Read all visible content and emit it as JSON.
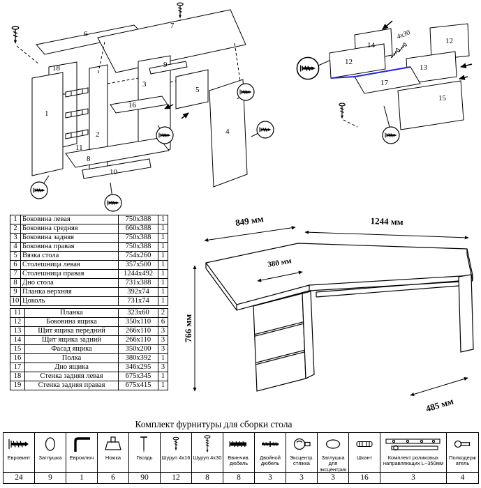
{
  "colors": {
    "ink": "#000000"
  },
  "assembly_diagram": {
    "labels": [
      "6",
      "7",
      "18",
      "1",
      "2",
      "3",
      "16",
      "5",
      "9",
      "11",
      "8",
      "10",
      "4"
    ]
  },
  "drawer_diagram": {
    "labels": [
      "14",
      "12",
      "12",
      "13",
      "17",
      "15"
    ],
    "screw_label": "4x30",
    "highlight_color": "#2222dd"
  },
  "parts_table": {
    "section1": [
      {
        "num": "1",
        "name": "Боковина левая",
        "size": "750x388",
        "qty": "1"
      },
      {
        "num": "2",
        "name": "Боковина средняя",
        "size": "660x388",
        "qty": "1"
      },
      {
        "num": "3",
        "name": "Боковина задняя",
        "size": "750x388",
        "qty": "1"
      },
      {
        "num": "4",
        "name": "Боковина правая",
        "size": "750x388",
        "qty": "1"
      },
      {
        "num": "5",
        "name": "Вязка стола",
        "size": "754x260",
        "qty": "1"
      },
      {
        "num": "6",
        "name": "Столешница левая",
        "size": "357x500",
        "qty": "1"
      },
      {
        "num": "7",
        "name": "Столешница правая",
        "size": "1244x492",
        "qty": "1"
      },
      {
        "num": "8",
        "name": "Дно стола",
        "size": "731x388",
        "qty": "1"
      },
      {
        "num": "9",
        "name": "Планка верхняя",
        "size": "392x74",
        "qty": "1"
      },
      {
        "num": "10",
        "name": "Цоколь",
        "size": "731x74",
        "qty": "1"
      }
    ],
    "section2": [
      {
        "num": "11",
        "name": "Планка",
        "size": "323x60",
        "qty": "2"
      },
      {
        "num": "12",
        "name": "Боковина ящика",
        "size": "350x110",
        "qty": "6"
      },
      {
        "num": "13",
        "name": "Щит ящика передний",
        "size": "266x110",
        "qty": "3"
      },
      {
        "num": "14",
        "name": "Щит ящика задний",
        "size": "266x110",
        "qty": "3"
      },
      {
        "num": "15",
        "name": "Фасад ящика",
        "size": "350x200",
        "qty": "3"
      },
      {
        "num": "16",
        "name": "Полка",
        "size": "380x392",
        "qty": "1"
      },
      {
        "num": "17",
        "name": "Дно ящика",
        "size": "346x295",
        "qty": "3"
      },
      {
        "num": "18",
        "name": "Стенка задняя левая",
        "size": "675x345",
        "qty": "1"
      },
      {
        "num": "19",
        "name": "Стенка задняя правая",
        "size": "675x415",
        "qty": "1"
      }
    ]
  },
  "dimensions": {
    "width_left": "849 мм",
    "width_right": "1244 мм",
    "drawer_width": "380 мм",
    "height": "766 мм",
    "depth": "485 мм"
  },
  "hardware": {
    "title": "Комплект фурнитуры для сборки стола",
    "items": [
      {
        "icon": "euro-screw-icon",
        "name": "Евровинт",
        "qty": "24"
      },
      {
        "icon": "plug-icon",
        "name": "Заглушка",
        "qty": "9"
      },
      {
        "icon": "hex-key-icon",
        "name": "Евроключ",
        "qty": "1"
      },
      {
        "icon": "leg-icon",
        "name": "Ножка",
        "qty": "6"
      },
      {
        "icon": "nail-icon",
        "name": "Гвоздь",
        "qty": "90"
      },
      {
        "icon": "screw-4x16-icon",
        "name": "Шуруп 4x16",
        "qty": "12"
      },
      {
        "icon": "screw-4x30-icon",
        "name": "Шуруп 4x30",
        "qty": "8"
      },
      {
        "icon": "screw-in-dowel-icon",
        "name": "Ввинчив. дюбель",
        "qty": "8"
      },
      {
        "icon": "double-dowel-icon",
        "name": "Двойной дюбель",
        "qty": "3"
      },
      {
        "icon": "cam-lock-icon",
        "name": "Эксцентр. стяжка",
        "qty": "3"
      },
      {
        "icon": "cam-cover-icon",
        "name": "Заглушка для эксцентрика",
        "qty": "3"
      },
      {
        "icon": "wood-dowel-icon",
        "name": "Шкант",
        "qty": "16"
      },
      {
        "icon": "roller-guides-icon",
        "name": "Комплект роликовых направляющих L~350мм",
        "qty": "3"
      },
      {
        "icon": "shelf-support-icon",
        "name": "Полкодержатель",
        "qty": "4"
      }
    ]
  }
}
